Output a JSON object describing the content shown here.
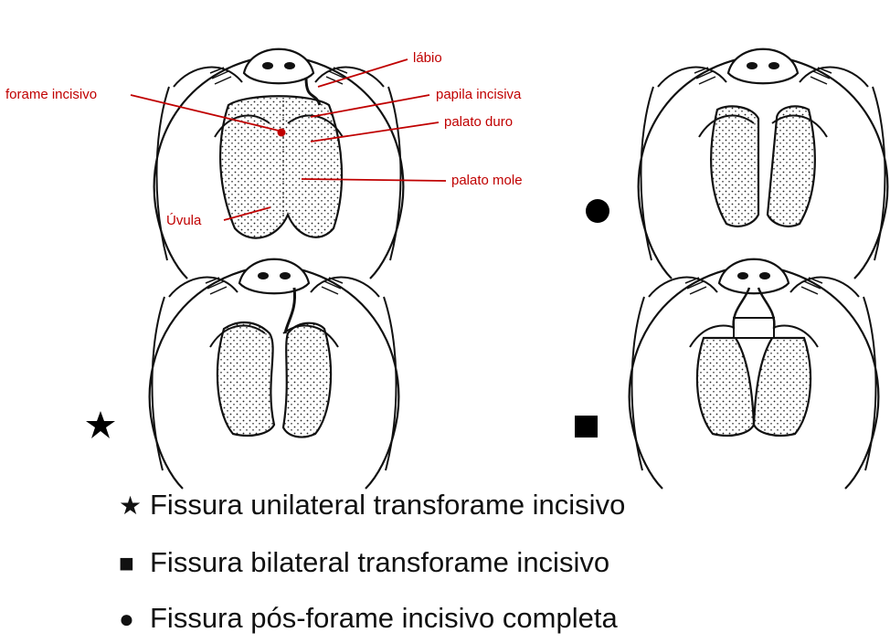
{
  "labels": {
    "labio": "lábio",
    "forame": "forame incisivo",
    "papila": "papila incisiva",
    "palato_duro": "palato duro",
    "palato_mole": "palato mole",
    "uvula": "Úvula"
  },
  "legend": [
    {
      "symbol": "star",
      "text": "Fissura unilateral transforame incisivo"
    },
    {
      "symbol": "square",
      "text": "Fissura bilateral transforame incisivo"
    },
    {
      "symbol": "circle",
      "text": "Fissura pós-forame incisivo completa"
    }
  ],
  "colors": {
    "annotation": "#c00000",
    "ink": "#111111"
  }
}
